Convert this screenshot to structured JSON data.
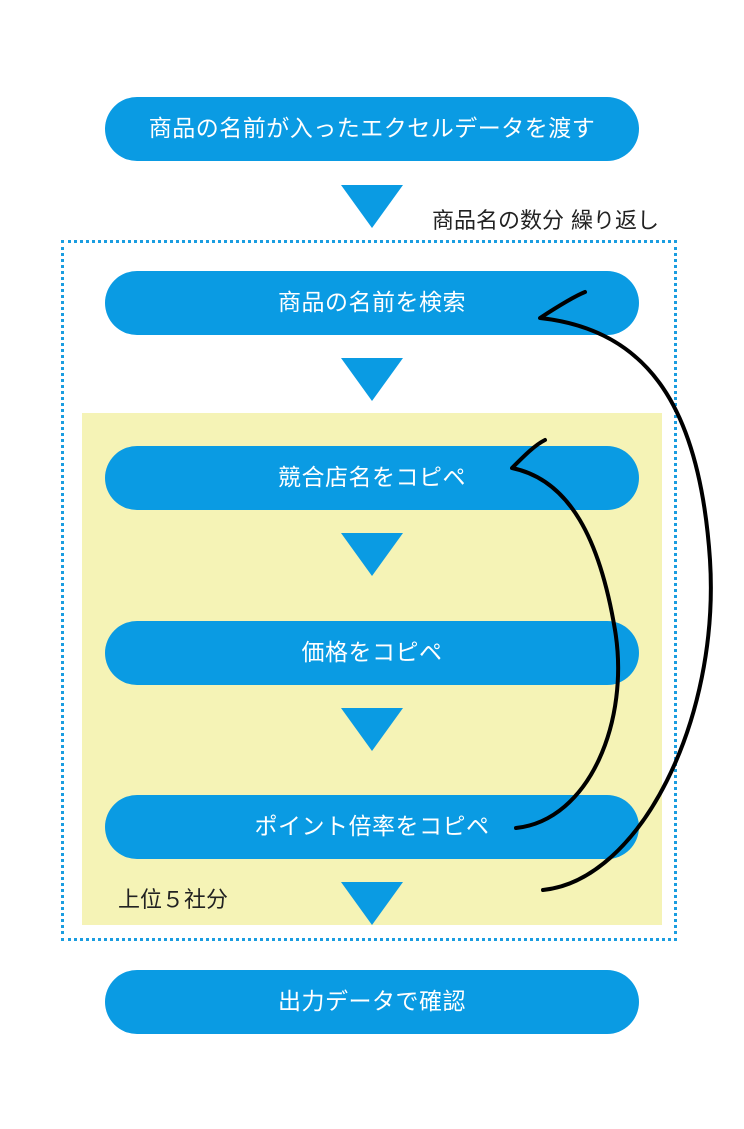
{
  "steps": {
    "start": "商品の名前が入ったエクセルデータを渡す",
    "search": "商品の名前を検索",
    "competitor": "競合店名をコピペ",
    "price": "価格をコピペ",
    "points": "ポイント倍率をコピペ",
    "output": "出力データで確認"
  },
  "loops": {
    "outer_label": "商品名の数分 繰り返し",
    "inner_label": "上位５社分"
  },
  "colors": {
    "step_fill": "#0a9be3",
    "inner_fill": "#f5f3b6",
    "loop_border": "#1a9de0",
    "curve": "#000000"
  }
}
